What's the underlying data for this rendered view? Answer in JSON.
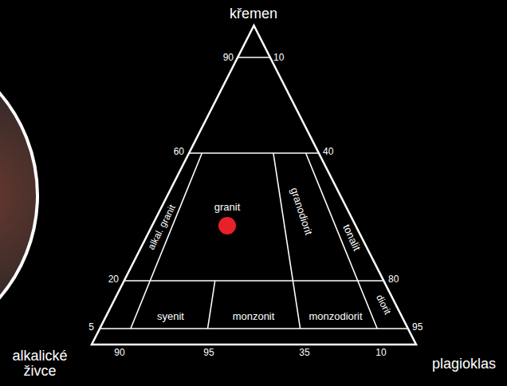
{
  "diagram": {
    "labels": [
      "křemen",
      "90",
      "10",
      "60",
      "40",
      "granit",
      "alkal. granit",
      "granodiorit",
      "tonalit",
      "20",
      "80",
      "syenit",
      "monzonit",
      "monzodiorit",
      "diorit",
      "5",
      "95",
      "alkalické živce",
      "90",
      "95",
      "35",
      "10",
      "plagioklas"
    ]
  }
}
